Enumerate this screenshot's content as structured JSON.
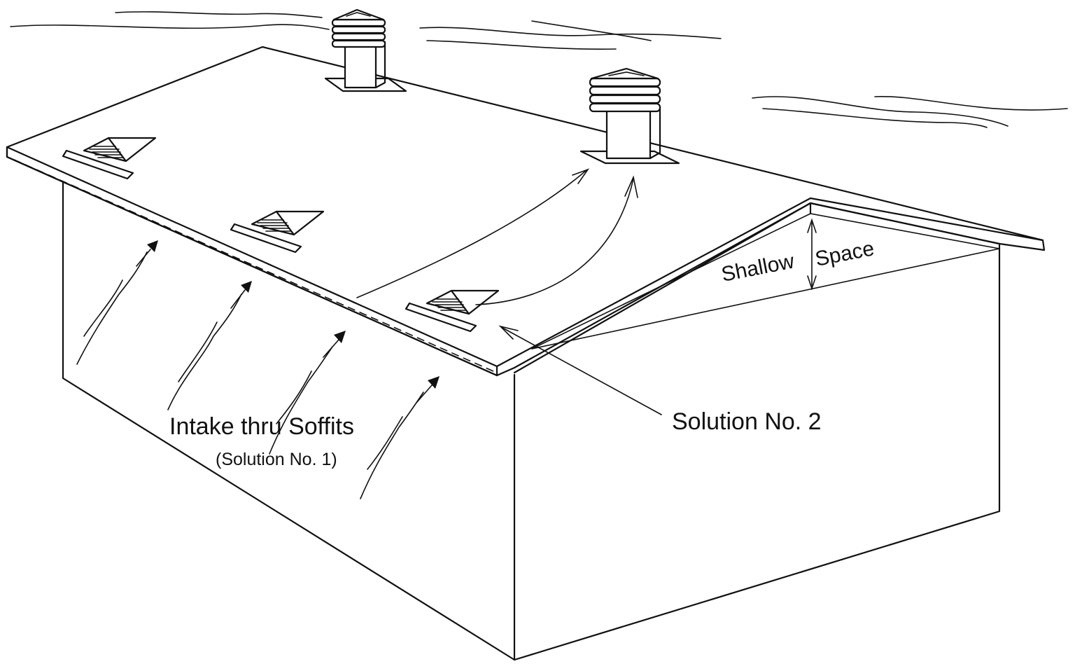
{
  "labels": {
    "intake": "Intake thru Soffits",
    "intake_sub": "(Solution No. 1)",
    "solution2": "Solution No. 2",
    "shallow": "Shallow",
    "space": "Space"
  },
  "colors": {
    "ink": "#111111",
    "paper": "#ffffff"
  }
}
